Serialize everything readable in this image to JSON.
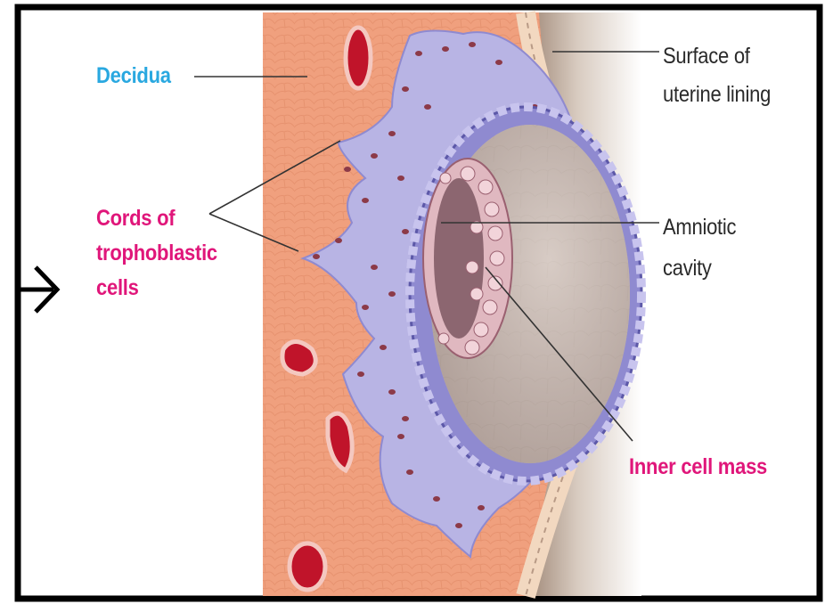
{
  "labels": {
    "decidua": "Decidua",
    "cords": "Cords of\ntrophoblastic\ncells",
    "surface": "Surface of\nuterine lining",
    "amniotic": "Amniotic\ncavity",
    "inner": "Inner cell mass"
  },
  "colors": {
    "decidua_label": "#29a8e0",
    "magenta_label": "#e0167a",
    "dark_label": "#2a2a2a",
    "endometrium": "#f0a07e",
    "trophoblast": "#b8b4e4",
    "cell_nucleus": "#8c3a48",
    "cavity": "#c4b4ac",
    "blood": "#c0142a",
    "frame": "#000000"
  },
  "icons": {
    "left_arrow": "arrow-right-icon"
  }
}
